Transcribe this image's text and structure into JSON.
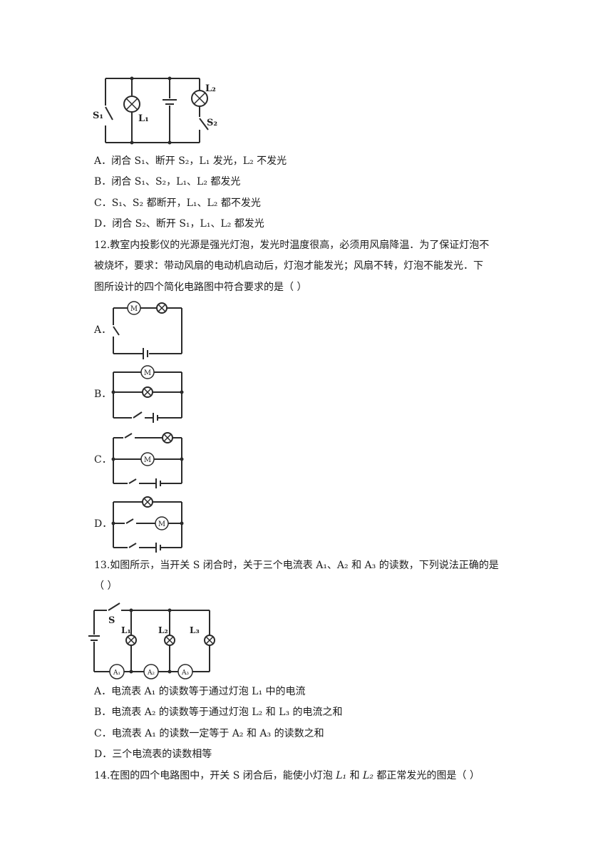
{
  "q11": {
    "figure": {
      "label_L1": "L₁",
      "label_L2": "L₂",
      "label_S1": "S₁",
      "label_S2": "S₂"
    },
    "options": [
      "A．闭合 S₁、断开 S₂，L₁ 发光，L₂ 不发光",
      "B．闭合 S₁、S₂，L₁、L₂ 都发光",
      "C．S₁、S₂ 都断开，L₁、L₂ 都不发光",
      "D．闭合 S₂、断开 S₁，L₁、L₂ 都发光"
    ]
  },
  "q12": {
    "stem": [
      "12.教室内投影仪的光源是强光灯泡，发光时温度很高，必须用风扇降温．为了保证灯泡不",
      "被烧坏，要求：带动风扇的电动机启动后，灯泡才能发光；风扇不转，灯泡不能发光．下",
      "图所设计的四个简化电路图中符合要求的是（   ）"
    ],
    "option_labels": [
      "A．",
      "B．",
      "C．",
      "D．"
    ],
    "motor_symbol": "M"
  },
  "q13": {
    "stem": [
      "13.如图所示，当开关 S 闭合时，关于三个电流表 A₁、A₂ 和 A₃ 的读数，下列说法正确的是",
      "（   ）"
    ],
    "figure": {
      "label_S": "S",
      "label_L1": "L₁",
      "label_L2": "L₂",
      "label_L3": "L₃",
      "meter_A1": "A₁",
      "meter_A2": "A₂",
      "meter_A3": "A₃"
    },
    "options": [
      "A．电流表 A₁ 的读数等于通过灯泡 L₁ 中的电流",
      "B．电流表 A₂ 的读数等于通过灯泡 L₂ 和 L₃ 的电流之和",
      "C．电流表 A₁ 的读数一定等于 A₂ 和 A₃ 的读数之和",
      "D．三个电流表的读数相等"
    ]
  },
  "q14": {
    "stem_prefix": "14.在图的四个电路图中，开关 S 闭合后，能使小灯泡 ",
    "l1": "L₁",
    "stem_mid": " 和 ",
    "l2": "L₂",
    "stem_suffix": " 都正常发光的图是（   ）"
  }
}
